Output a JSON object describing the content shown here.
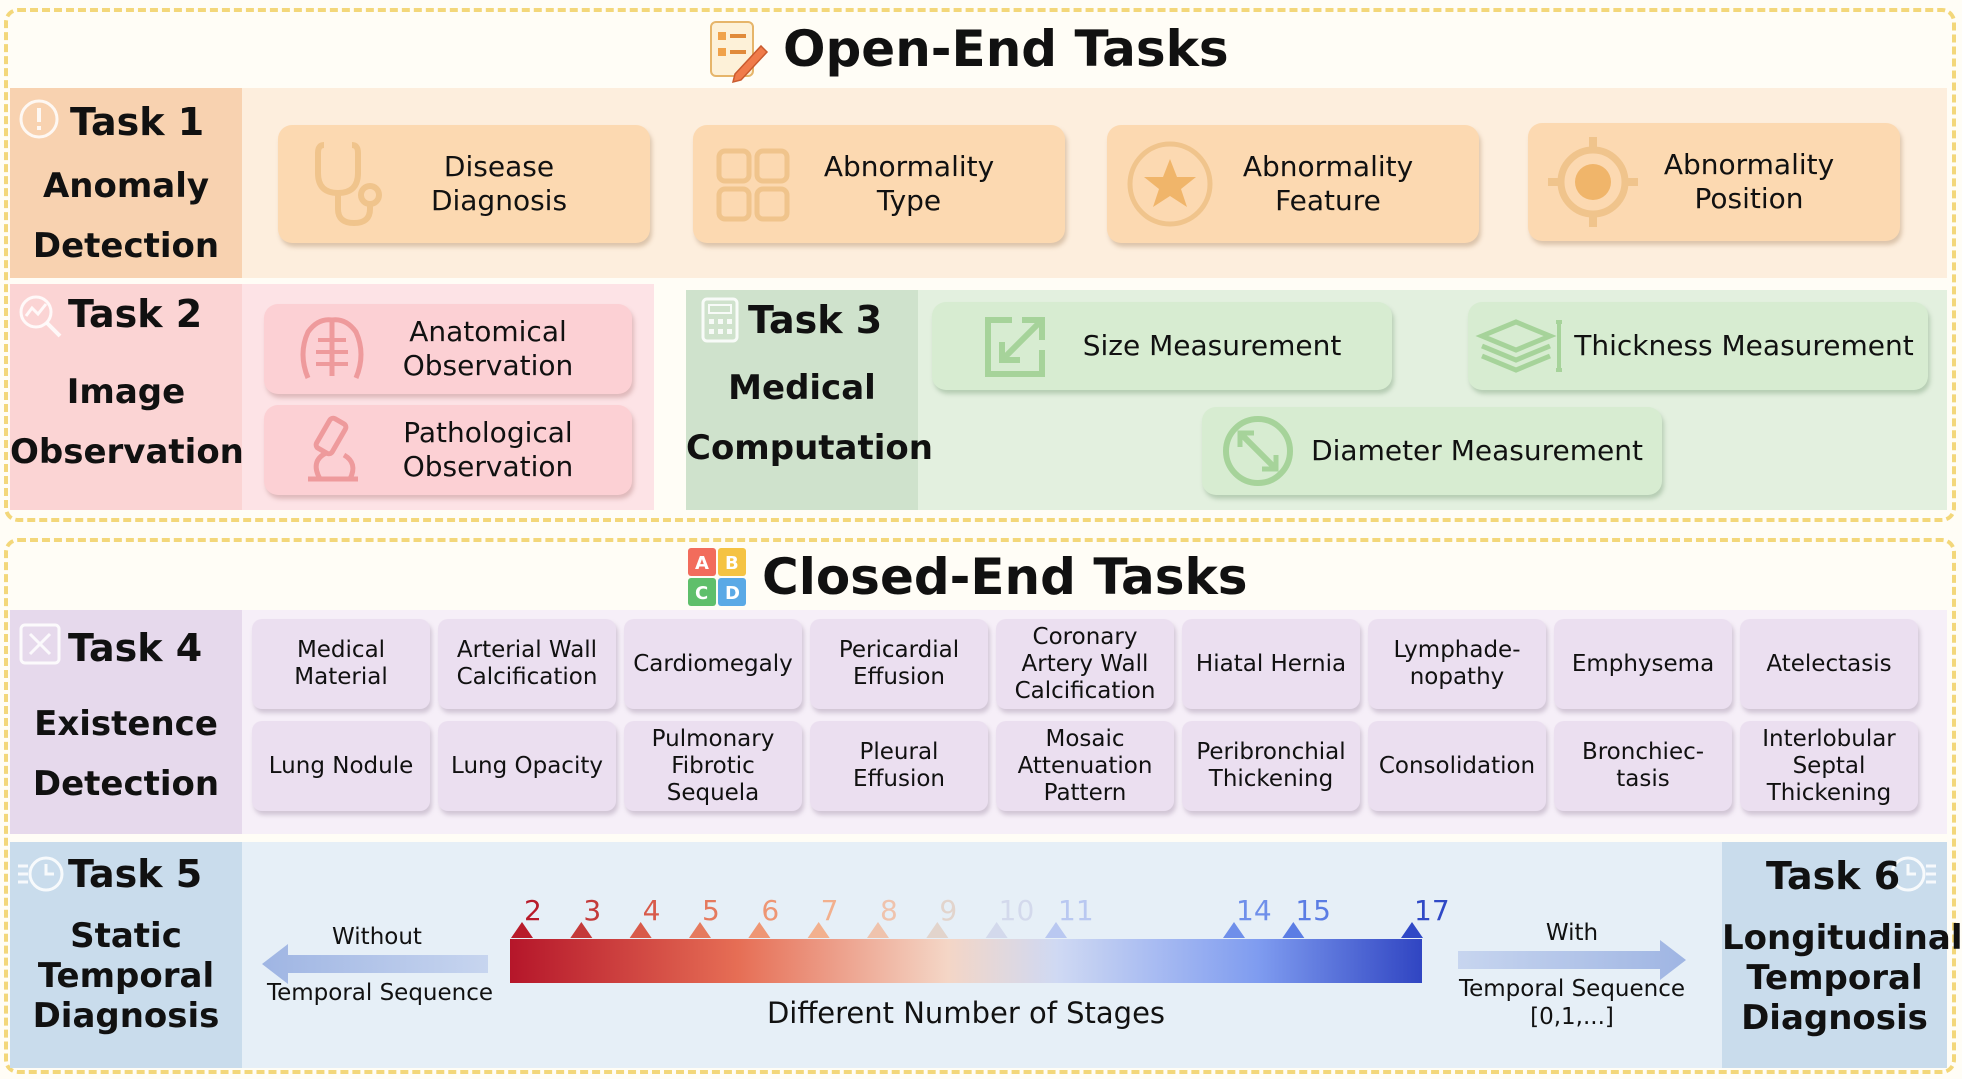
{
  "open_end": {
    "title": "Open-End Tasks"
  },
  "closed_end": {
    "title": "Closed-End Tasks"
  },
  "task1": {
    "head": "Task 1",
    "sub1": "Anomaly",
    "sub2": "Detection",
    "cards": [
      {
        "line1": "Disease",
        "line2": "Diagnosis"
      },
      {
        "line1": "Abnormality",
        "line2": "Type"
      },
      {
        "line1": "Abnormality",
        "line2": "Feature"
      },
      {
        "line1": "Abnormality",
        "line2": "Position"
      }
    ]
  },
  "task2": {
    "head": "Task 2",
    "sub1": "Image",
    "sub2": "Observation",
    "cards": [
      {
        "line1": "Anatomical",
        "line2": "Observation"
      },
      {
        "line1": "Pathological",
        "line2": "Observation"
      }
    ]
  },
  "task3": {
    "head": "Task 3",
    "sub1": "Medical",
    "sub2": "Computation",
    "cards": [
      {
        "label": "Size Measurement"
      },
      {
        "label": "Thickness Measurement"
      },
      {
        "label": "Diameter Measurement"
      }
    ]
  },
  "task4": {
    "head": "Task 4",
    "sub1": "Existence",
    "sub2": "Detection",
    "row1": [
      [
        "Medical",
        "Material"
      ],
      [
        "Arterial Wall",
        "Calcification"
      ],
      [
        "Cardiomegaly"
      ],
      [
        "Pericardial",
        "Effusion"
      ],
      [
        "Coronary",
        "Artery Wall",
        "Calcification"
      ],
      [
        "Hiatal Hernia"
      ],
      [
        "Lymphade-",
        "nopathy"
      ],
      [
        "Emphysema"
      ],
      [
        "Atelectasis"
      ]
    ],
    "row2": [
      [
        "Lung Nodule"
      ],
      [
        "Lung Opacity"
      ],
      [
        "Pulmonary",
        "Fibrotic",
        "Sequela"
      ],
      [
        "Pleural",
        "Effusion"
      ],
      [
        "Mosaic",
        "Attenuation",
        "Pattern"
      ],
      [
        "Peribronchial",
        "Thickening"
      ],
      [
        "Consolidation"
      ],
      [
        "Bronchiec-",
        "tasis"
      ],
      [
        "Interlobular",
        "Septal",
        "Thickening"
      ]
    ]
  },
  "task5": {
    "head": "Task 5",
    "sub1": "Static",
    "sub2": "Temporal",
    "sub3": "Diagnosis",
    "arrow_top": "Without",
    "arrow_bottom": "Temporal Sequence"
  },
  "task6": {
    "head": "Task 6",
    "sub1": "Longitudinal",
    "sub2": "Temporal",
    "sub3": "Diagnosis",
    "arrow_top": "With",
    "arrow_bottom": "Temporal Sequence",
    "arrow_bottom2": "[0,1,...]"
  },
  "stages": {
    "label": "Different Number of Stages",
    "range": [
      2,
      17
    ],
    "markers": [
      {
        "value": 2,
        "label": "2",
        "color": "#b81b2a"
      },
      {
        "value": 3,
        "label": "3",
        "color": "#c43a3a"
      },
      {
        "value": 4,
        "label": "4",
        "color": "#d85a4a"
      },
      {
        "value": 5,
        "label": "5",
        "color": "#e57a5e"
      },
      {
        "value": 6,
        "label": "6",
        "color": "#ee9674"
      },
      {
        "value": 7,
        "label": "7",
        "color": "#f2b08e"
      },
      {
        "value": 8,
        "label": "8",
        "color": "#efc3ad"
      },
      {
        "value": 9,
        "label": "9",
        "color": "#e2d4cc"
      },
      {
        "value": 10,
        "label": "10",
        "color": "#d3d9ec"
      },
      {
        "value": 11,
        "label": "11",
        "color": "#b9c8f1"
      },
      {
        "value": 14,
        "label": "14",
        "color": "#6f8fea"
      },
      {
        "value": 15,
        "label": "15",
        "color": "#5b7de4"
      },
      {
        "value": 17,
        "label": "17",
        "color": "#3049c6"
      }
    ]
  }
}
